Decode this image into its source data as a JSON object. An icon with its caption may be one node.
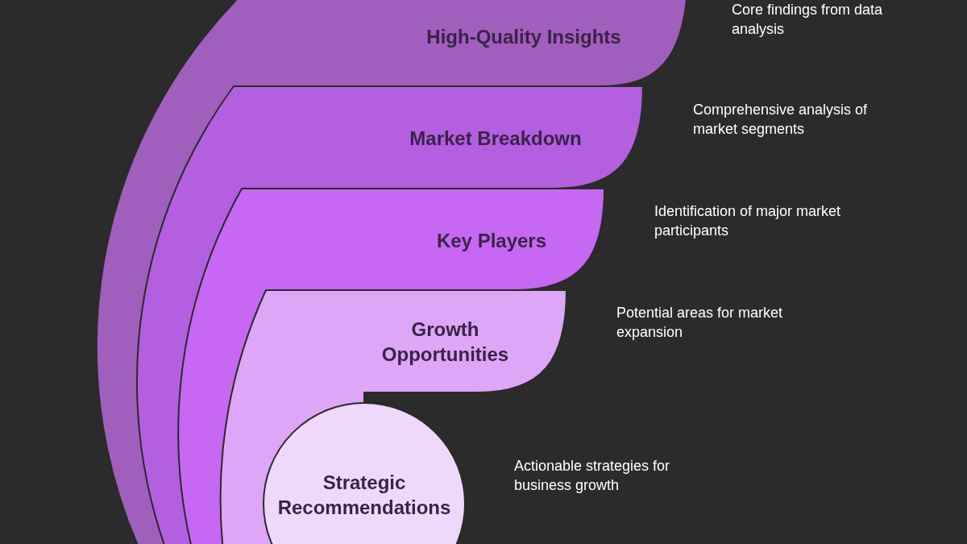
{
  "diagram": {
    "nodes": [
      {
        "text": [
          "High-Quality Insights"
        ],
        "beside": [
          "Core findings from data analysis"
        ]
      },
      {
        "text": [
          "Market Breakdown"
        ],
        "beside": [
          "Comprehensive analysis of market segments"
        ],
        "in": 0
      },
      {
        "text": [
          "Key Players"
        ],
        "beside": [
          "Identification of major market participants"
        ],
        "in": 1
      },
      {
        "text": [
          "Growth Opportunities"
        ],
        "beside": [
          "Potential areas for market expansion"
        ],
        "in": 2
      },
      {
        "text": [
          "Strategic Recommendations"
        ],
        "beside": [
          "Actionable strategies for business growth"
        ],
        "in": 3
      }
    ]
  }
}
